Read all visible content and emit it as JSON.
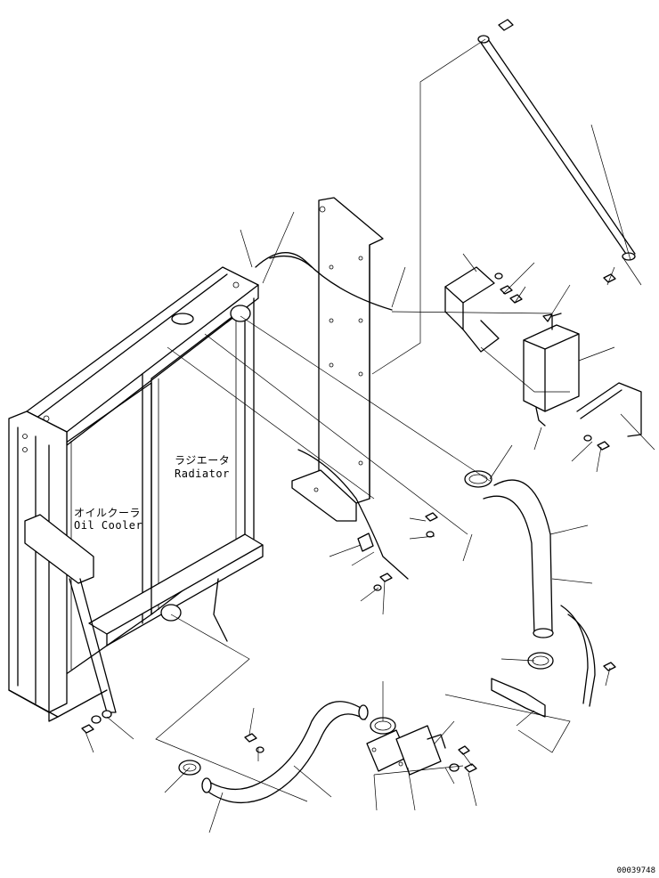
{
  "labels": {
    "radiator_jp": "ラジエータ",
    "radiator_en": "Radiator",
    "oil_cooler_jp": "オイルクーラ",
    "oil_cooler_en": "Oil Cooler"
  },
  "drawing_number": "00039748"
}
